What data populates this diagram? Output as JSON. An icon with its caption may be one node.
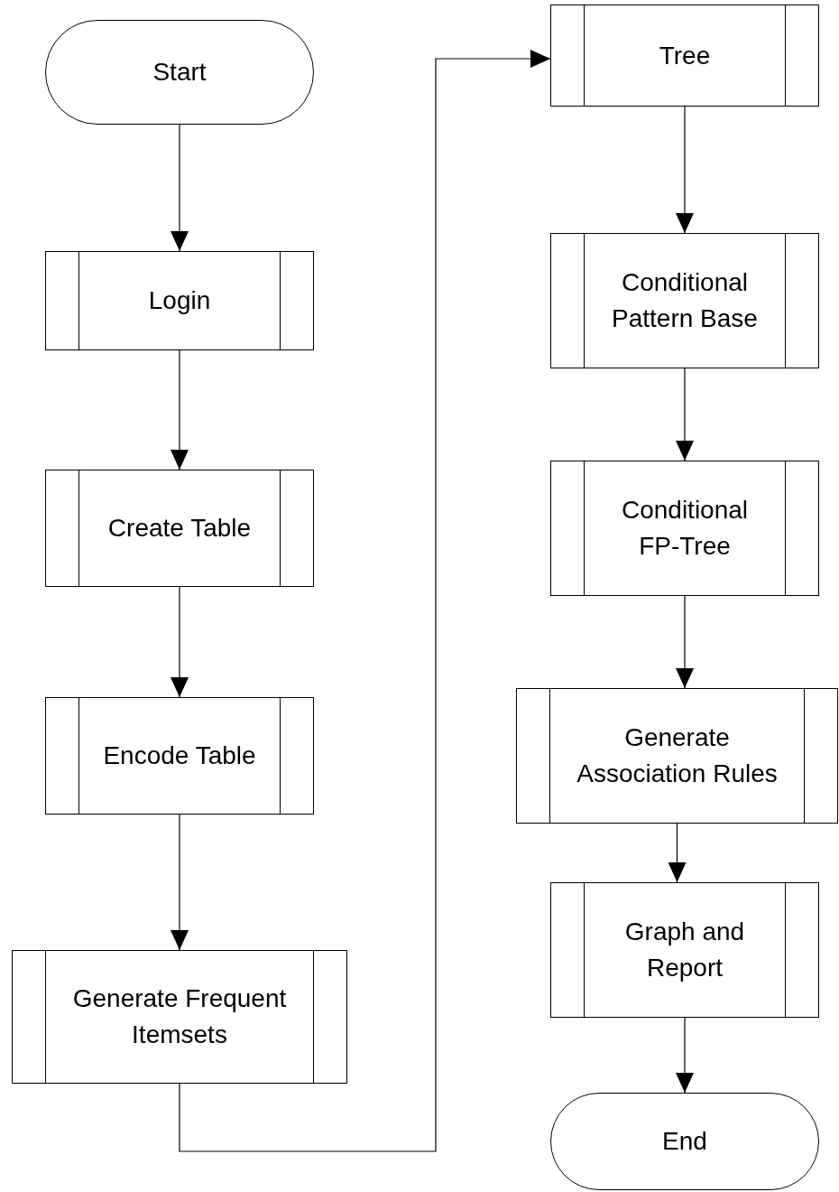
{
  "diagram": {
    "nodes": [
      {
        "text": [
          "Start"
        ]
      },
      {
        "text": [
          "Login"
        ]
      },
      {
        "text": [
          "Create Table"
        ]
      },
      {
        "text": [
          "Encode Table"
        ]
      },
      {
        "text": [
          "Generate Frequent Itemsets"
        ]
      },
      {
        "text": [
          "Tree"
        ]
      },
      {
        "text": [
          "Conditional Pattern Base"
        ]
      },
      {
        "text": [
          "Conditional FP-Tree"
        ]
      },
      {
        "text": [
          "Generate Association Rules"
        ]
      },
      {
        "text": [
          "Graph and Report"
        ]
      },
      {
        "text": [
          "End"
        ]
      }
    ],
    "edges": [
      {
        "from": 0,
        "to": 1,
        "arrow": "to"
      },
      {
        "from": 1,
        "to": 2,
        "arrow": "to"
      },
      {
        "from": 2,
        "to": 3,
        "arrow": "to"
      },
      {
        "from": 3,
        "to": 4,
        "arrow": "to"
      },
      {
        "from": 4,
        "to": 5,
        "arrow": "to"
      },
      {
        "from": 5,
        "to": 6,
        "arrow": "to"
      },
      {
        "from": 6,
        "to": 7,
        "arrow": "to"
      },
      {
        "from": 7,
        "to": 8,
        "arrow": "to"
      },
      {
        "from": 8,
        "to": 9,
        "arrow": "to"
      },
      {
        "from": 9,
        "to": 10,
        "arrow": "to"
      }
    ]
  }
}
